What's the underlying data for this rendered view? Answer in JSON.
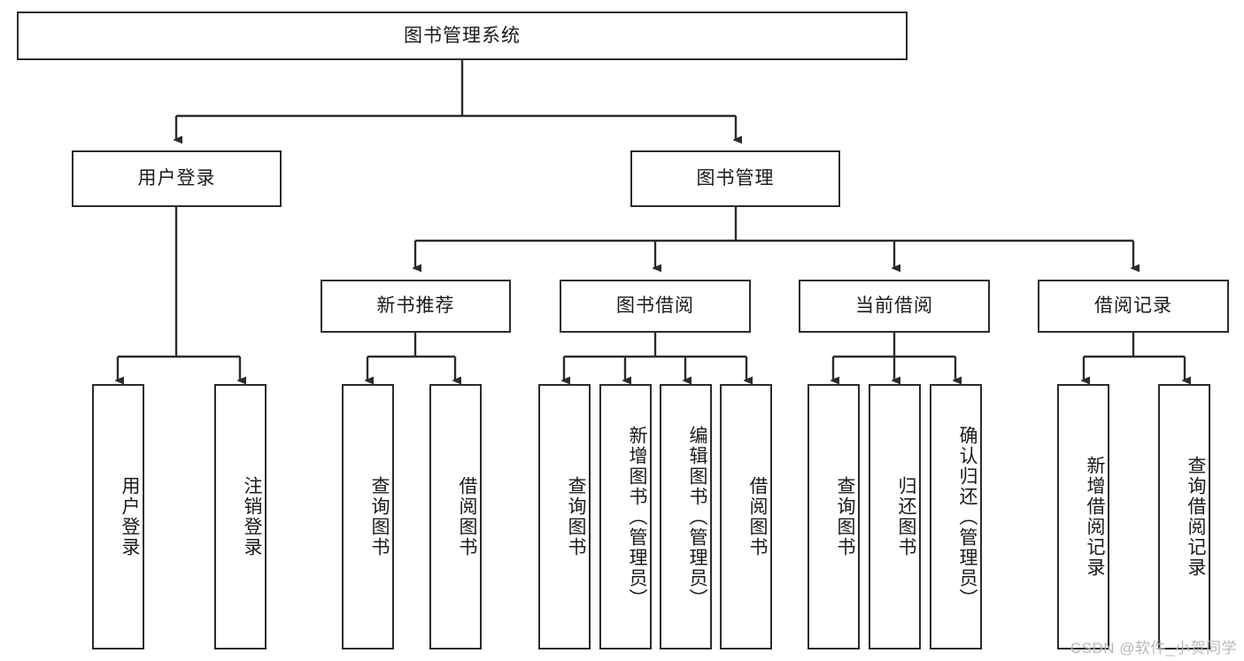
{
  "diagram": {
    "title_node": {
      "label": "图书管理系统"
    },
    "level2": [
      {
        "key": "user_login",
        "label": "用户登录"
      },
      {
        "key": "book_manage",
        "label": "图书管理"
      }
    ],
    "level3": [
      {
        "key": "new_book_rec",
        "label": "新书推荐"
      },
      {
        "key": "book_borrow",
        "label": "图书借阅"
      },
      {
        "key": "current_borrow",
        "label": "当前借阅"
      },
      {
        "key": "borrow_record",
        "label": "借阅记录"
      }
    ],
    "leaves": {
      "user_login": [
        {
          "label": "用户登录"
        },
        {
          "label": "注销登录"
        }
      ],
      "new_book_rec": [
        {
          "label": "查询图书"
        },
        {
          "label": "借阅图书"
        }
      ],
      "book_borrow": [
        {
          "label": "查询图书"
        },
        {
          "label": "新增图书（管理员）"
        },
        {
          "label": "编辑图书（管理员）"
        },
        {
          "label": "借阅图书"
        }
      ],
      "current_borrow": [
        {
          "label": "查询图书"
        },
        {
          "label": "归还图书"
        },
        {
          "label": "确认归还（管理员）"
        }
      ],
      "borrow_record": [
        {
          "label": "新增借阅记录"
        },
        {
          "label": "查询借阅记录"
        }
      ]
    }
  },
  "watermark": {
    "text": "CSDN @软件_小贺同学"
  },
  "colors": {
    "box_border": "#2b2b2b",
    "line": "#2b2b2b",
    "background": "#ffffff",
    "text": "#1a1a1a",
    "watermark": "#b8b8b8"
  }
}
